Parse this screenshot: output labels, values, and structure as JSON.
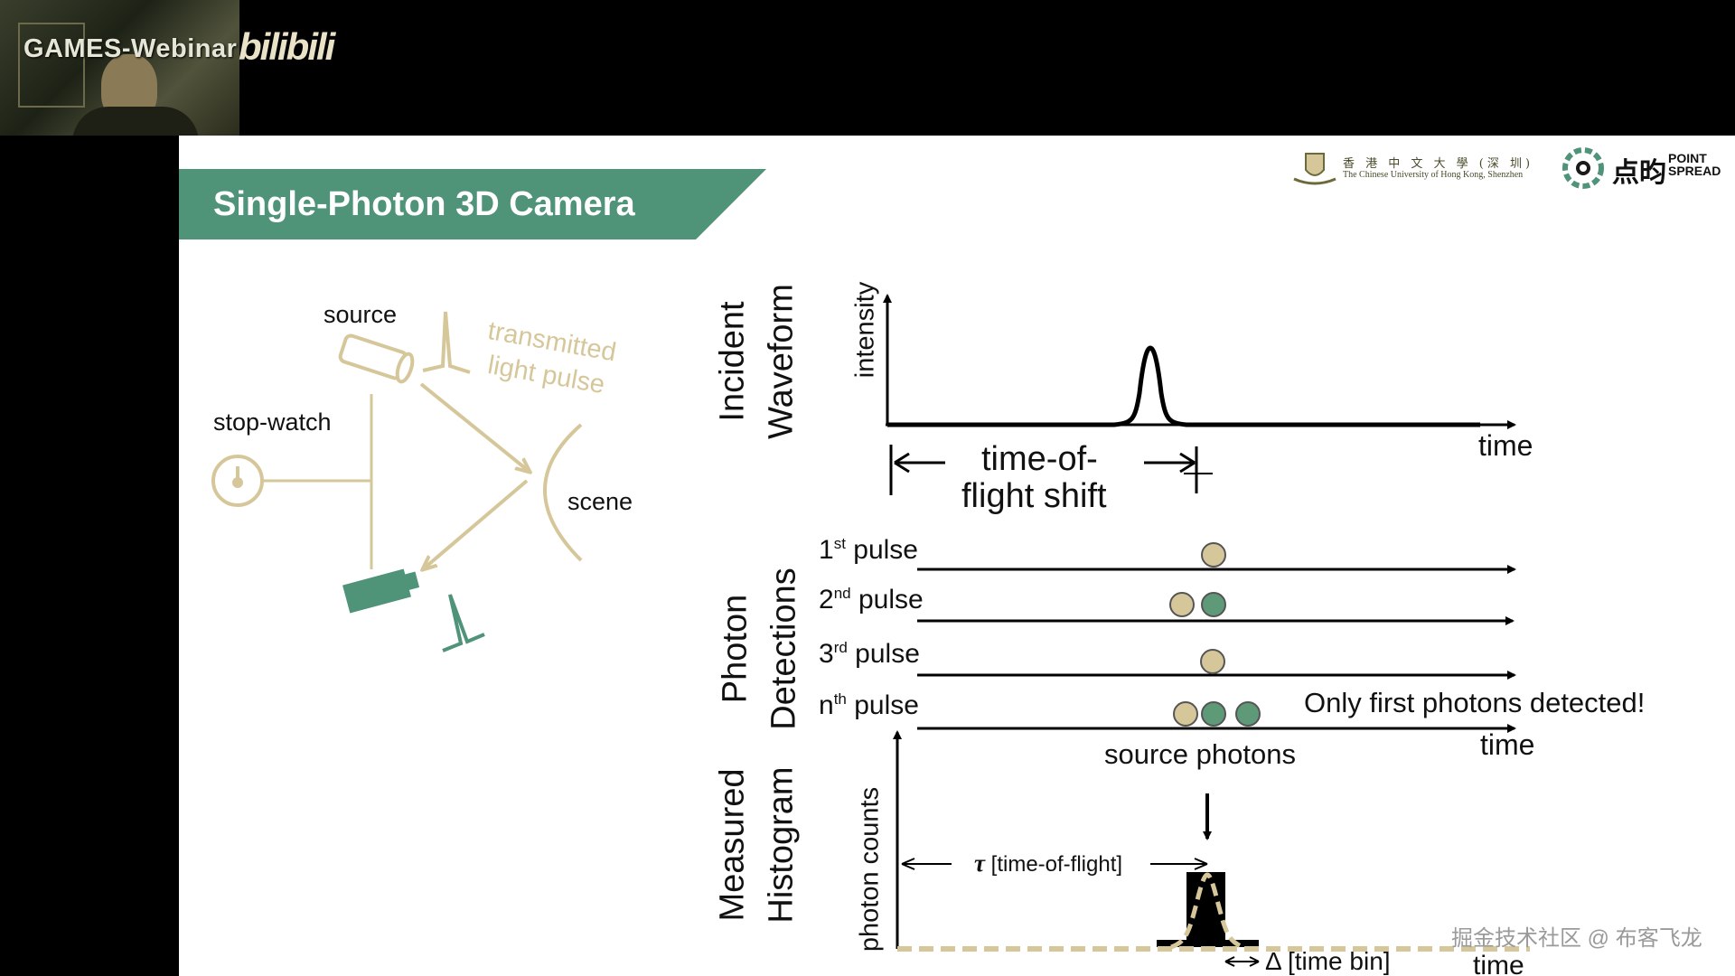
{
  "header": {
    "channel_title": "GAMES-Webinar",
    "brand_logo": "bilibili"
  },
  "slide": {
    "title": "Single-Photon 3D Camera",
    "logos": {
      "university_cn": "香 港 中 文 大 學 (深 圳)",
      "university_en": "The Chinese University of Hong Kong, Shenzhen",
      "company_cn": "点昀",
      "company_en_line1": "POINT",
      "company_en_line2": "SPREAD"
    },
    "left_diagram": {
      "source": "source",
      "transmitted_line1": "transmitted",
      "transmitted_line2": "light pulse",
      "stop_watch": "stop-watch",
      "scene": "scene"
    },
    "section_labels": {
      "incident_line1": "Incident",
      "incident_line2": "Waveform",
      "photon_line1": "Photon",
      "photon_line2": "Detections",
      "hist_line1": "Measured",
      "hist_line2": "Histogram"
    },
    "waveform": {
      "y_label": "intensity",
      "x_label": "time",
      "shift_line1": "time-of-",
      "shift_line2": "flight shift"
    },
    "detections": {
      "rows": [
        {
          "num": "1",
          "sup": "st",
          "word": "pulse"
        },
        {
          "num": "2",
          "sup": "nd",
          "word": "pulse"
        },
        {
          "num": "3",
          "sup": "rd",
          "word": "pulse"
        },
        {
          "num": "n",
          "sup": "th",
          "word": "pulse"
        }
      ],
      "note": "Only first photons detected!",
      "x_label": "time"
    },
    "histogram": {
      "source_photons": "source photons",
      "y_label": "photon counts",
      "tau_symbol": "τ",
      "tau_label": "[time-of-flight]",
      "delta_symbol": "Δ",
      "bin_label": "[time bin]",
      "x_label": "time"
    },
    "colors": {
      "accent_green": "#4f9379",
      "tan": "#d6c79a",
      "dot_green": "#5f9a78"
    }
  },
  "watermark": "掘金技术社区 @ 布客飞龙"
}
